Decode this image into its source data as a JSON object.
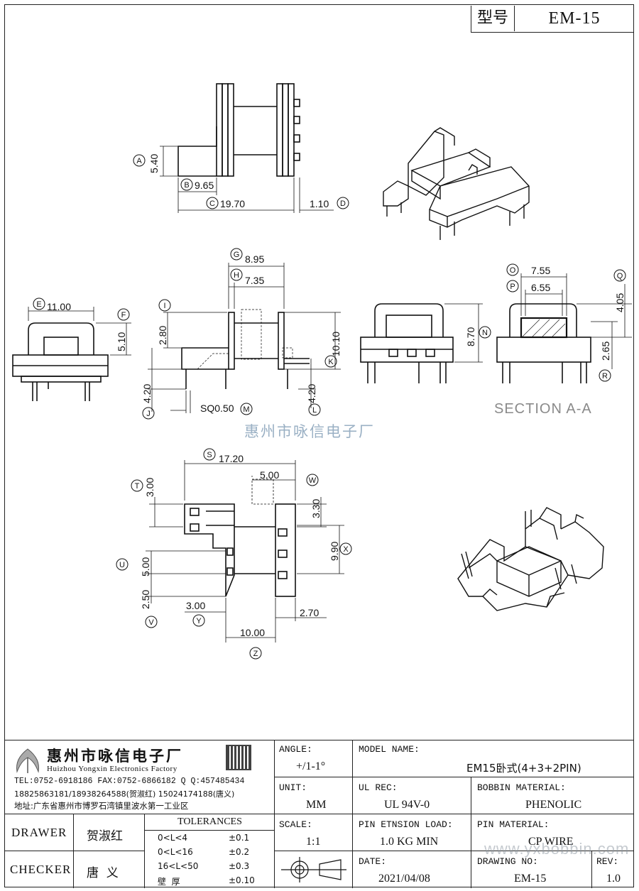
{
  "header": {
    "type_label": "型号",
    "model": "EM-15"
  },
  "dims": {
    "A": "A",
    "B": "B",
    "C": "C",
    "D": "D",
    "E": "E",
    "F": "F",
    "G": "G",
    "H": "H",
    "I": "I",
    "J": "J",
    "K": "K",
    "L": "L",
    "M": "M",
    "N": "N",
    "O": "O",
    "P": "P",
    "Q": "Q",
    "R": "R",
    "S": "S",
    "T": "T",
    "U": "U",
    "V": "V",
    "W": "W",
    "X": "X",
    "Y": "Y",
    "Z": "Z",
    "d540": "5.40",
    "d965": "9.65",
    "d1970": "19.70",
    "d110": "1.10",
    "d1100": "11.00",
    "d510": "5.10",
    "d895": "8.95",
    "d735": "7.35",
    "d280": "2.80",
    "d1010": "10.10",
    "d420a": "4.20",
    "d420b": "4.20",
    "dsq": "SQ0.50",
    "d870": "8.70",
    "d755": "7.55",
    "d655": "6.55",
    "d405": "4.05",
    "d265": "2.65",
    "d1720": "17.20",
    "d500a": "5.00",
    "d300a": "3.00",
    "d330": "3.30",
    "d990": "9.90",
    "d500b": "5.00",
    "d250": "2.50",
    "d300b": "3.00",
    "d270": "2.70",
    "d1000": "10.00"
  },
  "section_label": "SECTION A-A",
  "watermark_cn": "惠州市咏信电子厂",
  "watermark_url": "www.yxbobbin.com",
  "company": {
    "name_cn": "惠州市咏信电子厂",
    "name_en": "Huizhou Yongxin Electronics Factory",
    "contact1": "TEL:0752-6918186  FAX:0752-6866182  Q Q:457485434",
    "contact2": "18825863181/18938264588(贺淑红)  15024174188(唐义)",
    "address": "地址:广东省惠州市博罗石湾镇里波水第一工业区"
  },
  "titleblock": {
    "angle_label": "ANGLE:",
    "angle_value": "+/1-1°",
    "model_label": "MODEL NAME:",
    "model_value": "EM15卧式(4+3+2PIN)",
    "unit_label": "UNIT:",
    "unit_value": "MM",
    "ulrec_label": "UL REC:",
    "ulrec_value": "UL 94V-0",
    "bobbin_label": "BOBBIN MATERIAL:",
    "bobbin_value": "PHENOLIC",
    "drawer_label": "DRAWER",
    "drawer_value": "贺淑红",
    "checker_label": "CHECKER",
    "checker_value": "唐  义",
    "tol_title": "TOLERANCES",
    "tol_rows": [
      {
        "range": "0<L<4",
        "tol": "±0.1"
      },
      {
        "range": "0<L<16",
        "tol": "±0.2"
      },
      {
        "range": "16<L<50",
        "tol": "±0.3"
      },
      {
        "range": "壁  厚",
        "tol": "±0.10"
      }
    ],
    "scale_label": "SCALE:",
    "scale_value": "1:1",
    "pinload_label": "PIN ETNSION LOAD:",
    "pinload_value": "1.0 KG MIN",
    "pinmat_label": "PIN MATERIAL:",
    "pinmat_value": "CP WIRE",
    "date_label": "DATE:",
    "date_value": "2021/04/08",
    "drawno_label": "DRAWING NO:",
    "drawno_value": "EM-15",
    "rev_label": "REV:",
    "rev_value": "1.0"
  }
}
